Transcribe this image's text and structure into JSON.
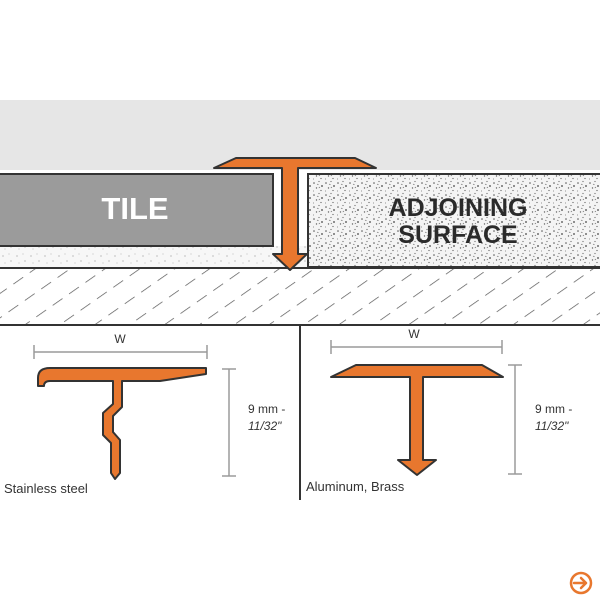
{
  "colors": {
    "profile": "#e8772e",
    "profile_stroke": "#333333",
    "tile": "#9b9b9b",
    "top_band": "#e6e6e6",
    "line": "#333333",
    "dim_line": "#9a9a9a",
    "logo": "#e8772e"
  },
  "section": {
    "tile_label": "TILE",
    "adjoining_line1": "ADJOINING",
    "adjoining_line2": "SURFACE"
  },
  "left_profile": {
    "width_label": "W",
    "height_line1": "9 mm -",
    "height_line2": "11/32\"",
    "material": "Stainless steel"
  },
  "right_profile": {
    "width_label": "W",
    "height_line1": "9 mm -",
    "height_line2": "11/32\"",
    "material": "Aluminum, Brass"
  },
  "logo_icon": "arrow-e-logo-icon"
}
